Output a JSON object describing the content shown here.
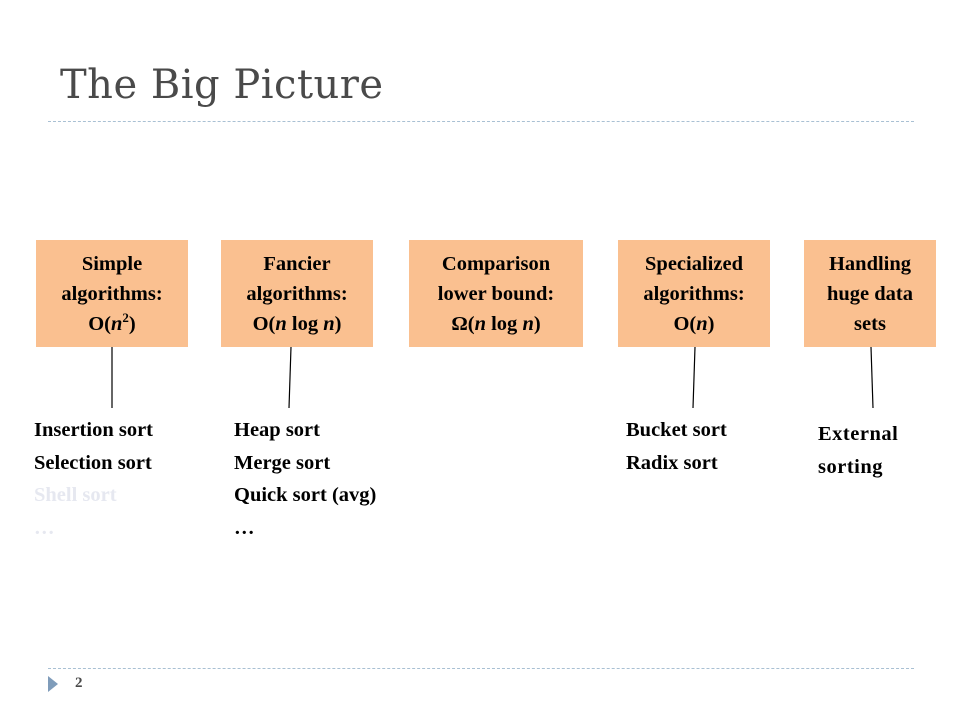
{
  "title": "The Big Picture",
  "page_number": "2",
  "boxes": [
    {
      "lines": [
        "Simple",
        "algorithms:",
        "O(n²)"
      ]
    },
    {
      "lines": [
        "Fancier",
        "algorithms:",
        "O(n log n)"
      ]
    },
    {
      "lines": [
        "Comparison",
        "lower bound:",
        "Ω(n log n)"
      ]
    },
    {
      "lines": [
        "Specialized",
        "algorithms:",
        "O(n)"
      ]
    },
    {
      "lines": [
        "Handling",
        "huge data",
        "sets"
      ]
    }
  ],
  "lists": [
    [
      "Insertion sort",
      "Selection sort",
      "Shell sort",
      "…"
    ],
    [
      "Heap sort",
      "Merge sort",
      "Quick sort (avg)",
      "…"
    ],
    [
      "Bucket sort",
      "Radix sort"
    ],
    [
      "External",
      "sorting"
    ]
  ],
  "colors": {
    "box_fill": "#fac090",
    "title": "#4a4a4a",
    "rule": "#a9c0d3",
    "faded_text": "#e6e8f0",
    "bullet": "#7f9cba"
  }
}
